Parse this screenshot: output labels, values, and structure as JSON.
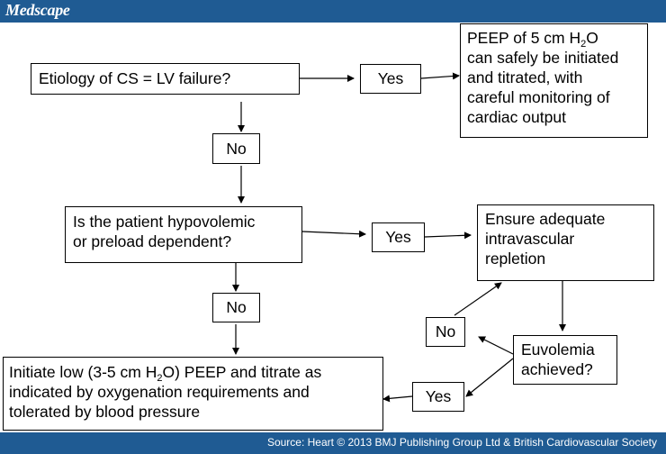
{
  "header": {
    "brand": "Medscape"
  },
  "footer": {
    "source": "Source: Heart © 2013 BMJ Publishing Group Ltd & British Cardiovascular Society"
  },
  "flowchart": {
    "q1": "Etiology of CS =  LV failure?",
    "yes1": "Yes",
    "r1": {
      "l1a": "PEEP of 5 cm H",
      "l1sub": "2",
      "l1b": "O",
      "l2": "can safely be initiated",
      "l3": "and titrated, with",
      "l4": "careful monitoring of",
      "l5": "cardiac output"
    },
    "no1": "No",
    "q2": {
      "l1": "Is the patient hypovolemic",
      "l2": "or preload dependent?"
    },
    "yes2": "Yes",
    "r2": {
      "l1": "Ensure adequate",
      "l2": "intravascular",
      "l3": "repletion"
    },
    "no2": "No",
    "q3": {
      "l1": "Euvolemia",
      "l2": "achieved?"
    },
    "no3": "No",
    "yes3": "Yes",
    "final": {
      "l1a": "Initiate low (3-5 cm H",
      "l1sub": "2",
      "l1b": "O) PEEP and titrate as",
      "l2": "indicated by oxygenation requirements and",
      "l3": "tolerated by blood pressure"
    }
  }
}
